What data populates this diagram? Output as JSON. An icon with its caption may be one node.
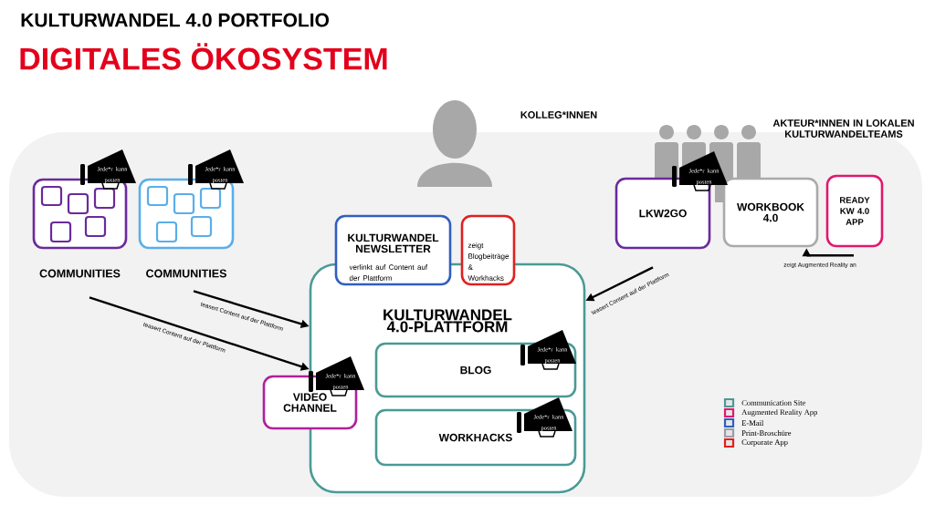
{
  "diagram": {
    "title": "KULTURWANDEL 4.0 PORTFOLIO",
    "nodes": [
      {
        "text": [
          "KULTURWANDEL 4.0-PLATTFORM"
        ]
      },
      {
        "text": [
          "COMMUNITIES"
        ]
      },
      {
        "text": [
          "COMMUNITIES"
        ]
      },
      {
        "text": [
          "KULTURWANDEL NEWSLETTER",
          "verlinkt auf Content auf der Plattform"
        ]
      },
      {
        "text": [
          "zeigt Blogbeiträge & Workhacks"
        ]
      },
      {
        "text": [
          "BLOG"
        ],
        "in": 0
      },
      {
        "text": [
          "WORKHACKS"
        ],
        "in": 0
      },
      {
        "text": [
          "VIDEO CHANNEL"
        ]
      },
      {
        "text": [
          "LKW2GO"
        ]
      },
      {
        "text": [
          "WORKBOOK 4.0"
        ]
      },
      {
        "text": [
          "READY KW 4.0 APP"
        ]
      }
    ],
    "edges": [
      {
        "from": 1,
        "to": 0,
        "arrow": "to",
        "label": "teasert Content auf der Plattform"
      },
      {
        "from": 2,
        "to": 0,
        "arrow": "to",
        "label": "teasert Content auf der Plattform"
      },
      {
        "from": 8,
        "to": 0,
        "arrow": "to",
        "label": "teasert Content auf der Plattform"
      },
      {
        "from": 10,
        "to": 9,
        "arrow": "to",
        "label": "zeigt Augmented Reality an"
      }
    ],
    "labels": [
      "DIGITALES ÖKOSYSTEM",
      "KOLLEG*INNEN",
      "AKTEUR*INNEN IN LOKALEN KULTURWANDELTEAMS",
      "Jede*r kann posten",
      "Jede*r kann posten",
      "Jede*r kann posten",
      "Jede*r kann posten",
      "Jede*r kann posten",
      "Jede*r kann posten"
    ],
    "legend": [
      {
        "text": "Communication Site",
        "color": "#4a9a96"
      },
      {
        "text": "Augmented Reality App",
        "color": "#e0186c"
      },
      {
        "text": "E-Mail",
        "color": "#2f5fbf"
      },
      {
        "text": "Print-Broschüre",
        "color": "#9a9ea8"
      },
      {
        "text": "Corporate App",
        "color": "#e02020"
      }
    ]
  }
}
